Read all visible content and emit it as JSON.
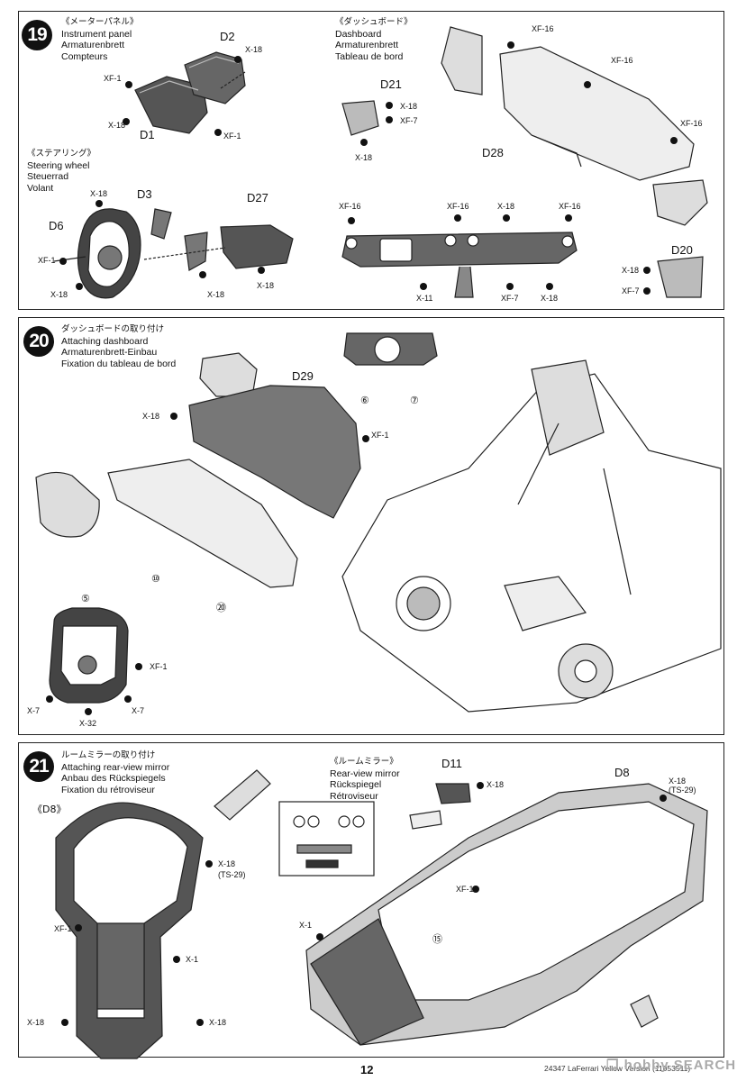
{
  "steps": [
    {
      "number": "19",
      "subs": [
        {
          "jp": "《メーターパネル》",
          "lines": [
            "Instrument panel",
            "Armaturenbrett",
            "Compteurs"
          ]
        },
        {
          "jp": "《ステアリング》",
          "lines": [
            "Steering wheel",
            "Steuerrad",
            "Volant"
          ]
        },
        {
          "jp": "《ダッシュボード》",
          "lines": [
            "Dashboard",
            "Armaturenbrett",
            "Tableau de bord"
          ]
        }
      ]
    },
    {
      "number": "20",
      "jp": "ダッシュボードの取り付け",
      "lines": [
        "Attaching dashboard",
        "Armaturenbrett-Einbau",
        "Fixation du tableau de bord"
      ]
    },
    {
      "number": "21",
      "jp": "ルームミラーの取り付け",
      "lines": [
        "Attaching rear-view mirror",
        "Anbau des Rückspiegels",
        "Fixation du rétroviseur"
      ],
      "sub": {
        "jp": "《ルームミラー》",
        "lines": [
          "Rear-view mirror",
          "Rückspiegel",
          "Rétroviseur"
        ]
      },
      "d8_label": "《D8》"
    }
  ],
  "parts": {
    "d1": "D1",
    "d2": "D2",
    "d3": "D3",
    "d6": "D6",
    "d27": "D27",
    "d21": "D21",
    "d28": "D28",
    "d20": "D20",
    "d29": "D29",
    "d11": "D11",
    "d8": "D8"
  },
  "screws": {
    "x18": "X-18",
    "xf1": "XF-1",
    "xf16": "XF-16",
    "xf7": "XF-7",
    "x11": "X-11",
    "x7": "X-7",
    "x32": "X-32",
    "x1": "X-1",
    "ts29": "(TS-29)"
  },
  "decals": {
    "n5": "⑤",
    "n6": "⑥",
    "n7": "⑦",
    "n10": "⑩",
    "n15": "⑮",
    "n20": "⑳"
  },
  "footer": {
    "page": "12",
    "code": "24347 LaFerrari Yellow Version (11053511)",
    "watermark": "❐ hobby SEARCH"
  }
}
